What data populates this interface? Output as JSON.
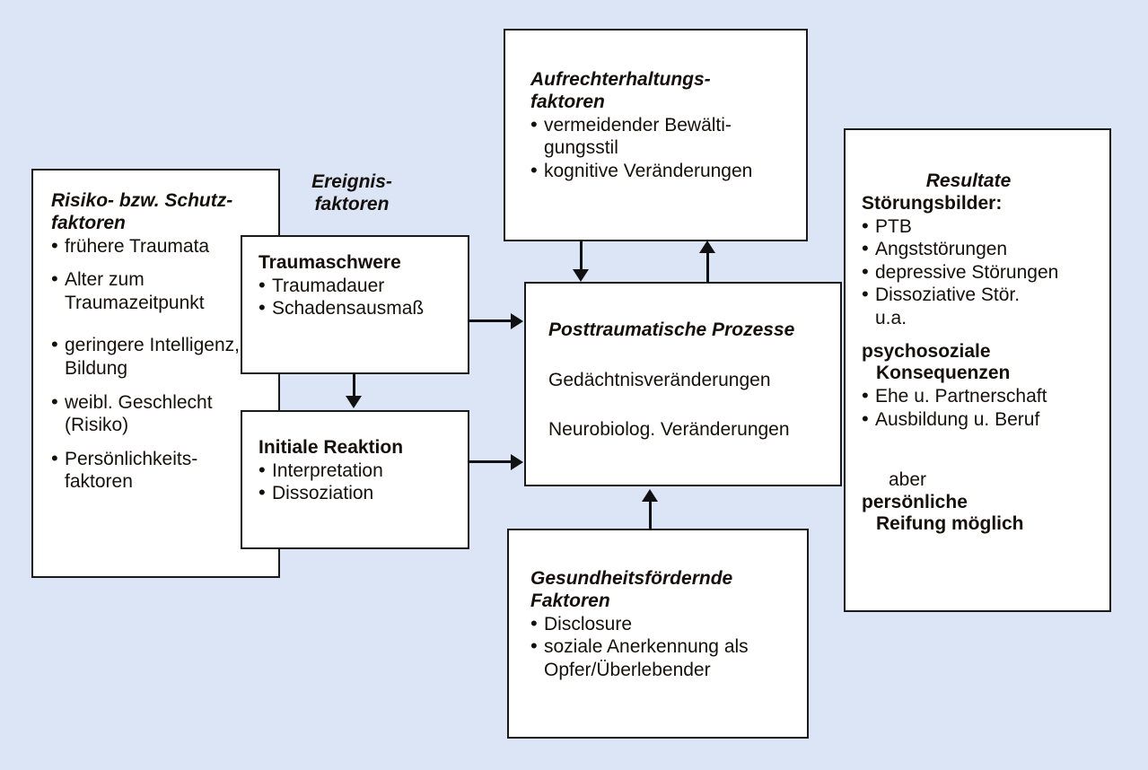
{
  "diagram": {
    "background_color": "#dbe5f5",
    "box_fill": "#ffffff",
    "border_color": "#1a1a1a",
    "text_color": "#15100b"
  },
  "labels": {
    "ereignisfaktoren_line1": "Ereignis-",
    "ereignisfaktoren_line2": "faktoren"
  },
  "boxes": {
    "risiko": {
      "title_line1": "Risiko- bzw. Schutz-",
      "title_line2": "faktoren",
      "items": [
        "frühere Traumata",
        "Alter zum",
        "Traumazeitpunkt",
        "geringere Intelligenz,",
        "Bildung",
        "weibl. Geschlecht",
        "(Risiko)",
        "Persönlichkeits-",
        "faktoren"
      ]
    },
    "traumaschwere": {
      "title": "Traumaschwere",
      "items": [
        "Traumadauer",
        "Schadensausmaß"
      ]
    },
    "initiale_reaktion": {
      "title": "Initiale Reaktion",
      "items": [
        "Interpretation",
        "Dissoziation"
      ]
    },
    "aufrechterhaltung": {
      "title_line1": "Aufrechterhaltungs-",
      "title_line2": "faktoren",
      "items": [
        "vermeidender Bewälti-",
        "gungsstil",
        "kognitive Veränderungen"
      ]
    },
    "posttraumatische_prozesse": {
      "title": "Posttraumatische Prozesse",
      "lines": [
        "Gedächtnisveränderungen",
        "Neurobiolog. Veränderungen"
      ]
    },
    "gesundheitsfoerdernde": {
      "title_line1": "Gesundheitsfördernde",
      "title_line2": "Faktoren",
      "items": [
        "Disclosure",
        "soziale Anerkennung als",
        "Opfer/Überlebender"
      ]
    },
    "resultate": {
      "title": "Resultate",
      "section1_heading": "Störungsbilder:",
      "section1_items": [
        "PTB",
        "Angststörungen",
        "depressive Störungen",
        "Dissoziative Stör.",
        "u.a."
      ],
      "section2_heading_line1": "psychosoziale",
      "section2_heading_line2": "Konsequenzen",
      "section2_items": [
        "Ehe u. Partnerschaft",
        "Ausbildung u. Beruf"
      ],
      "footer_line1": "aber",
      "footer_line2": "persönliche",
      "footer_line3": "Reifung möglich"
    }
  }
}
